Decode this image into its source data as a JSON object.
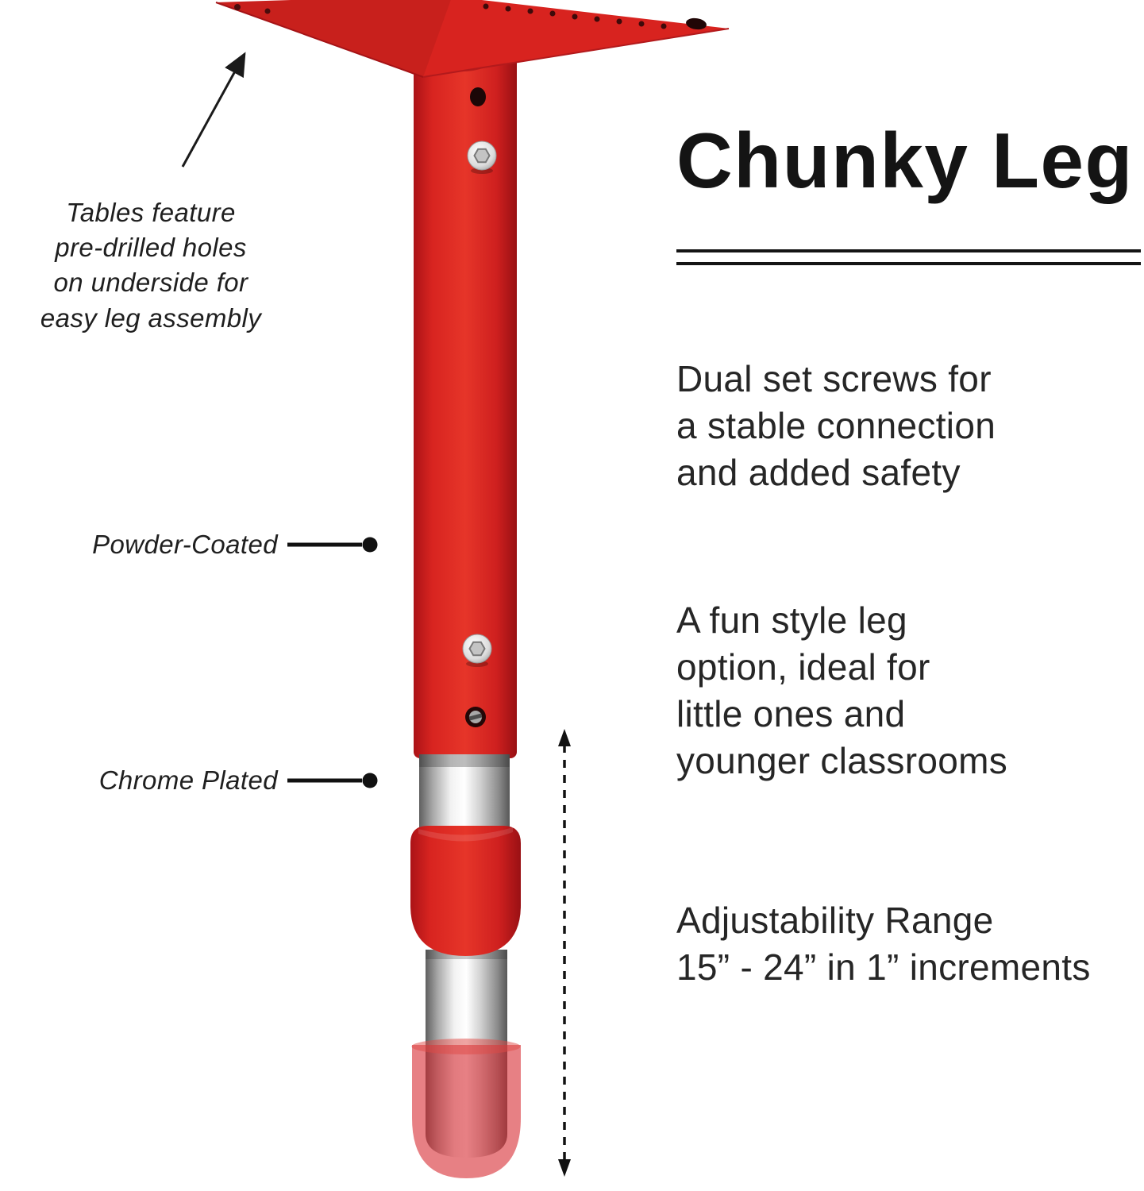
{
  "title": "Chunky Leg",
  "annotations": {
    "predrilled": "Tables feature\npre-drilled holes\non underside for\neasy leg assembly",
    "powder_coated": "Powder-Coated",
    "chrome_plated": "Chrome Plated"
  },
  "features": [
    "Dual set screws for\na stable connection\nand added safety",
    "A fun style leg\noption, ideal for\nlittle ones and\nyounger classrooms",
    "Adjustability Range\n15” - 24” in 1” increments"
  ],
  "colors": {
    "leg_red": "#d8231f",
    "chrome": "#c9c9c9",
    "text": "#1f1f1f",
    "background": "#ffffff"
  }
}
